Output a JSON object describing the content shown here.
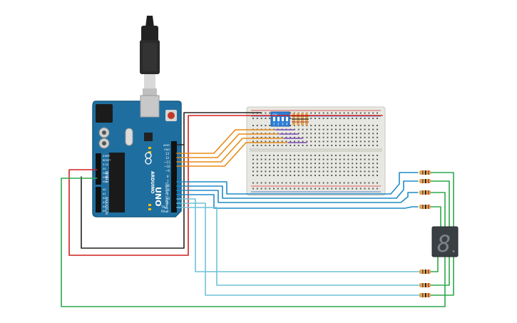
{
  "board": {
    "brand_text": "ARDUINO",
    "model_text": "UNO",
    "digital_header_label": "DIGITAL (PWM~)",
    "power_header_label": "POWER",
    "analog_header_label": "ANALOG IN",
    "aref_label": "AREF",
    "gnd_label": "GND",
    "pin_13": "13",
    "pin_12": "12",
    "pin_11": "~11",
    "pin_10": "~10",
    "pin_9": "~9",
    "pin_8": "8",
    "pin_7": "7",
    "pin_6": "~6",
    "pin_5": "~5",
    "pin_4": "4",
    "pin_3": "~3",
    "pin_2": "2",
    "pin_tx": "TX▸1",
    "pin_rx": "RX◂0",
    "power_pins": [
      "IOREF",
      "RESET",
      "3.3V",
      "5V",
      "GND",
      "GND",
      "Vin"
    ],
    "analog_pins": [
      "A0",
      "A1",
      "A2",
      "A3",
      "A4",
      "A5"
    ]
  },
  "dip_switch": {
    "on_label": "ON",
    "numbers": [
      "1",
      "2",
      "3",
      "4"
    ]
  },
  "seven_segment": {
    "digit": "8",
    "dp": "."
  },
  "colors": {
    "board": "#1f6ea0",
    "breadboard": "#e8e8e2",
    "wire_red": "#d21f1f",
    "wire_black": "#222222",
    "wire_orange": "#e88a14",
    "wire_purple": "#7b4ab8",
    "wire_blue": "#1f8bc7",
    "wire_lightblue": "#6fc2d8",
    "wire_green": "#2ea84a",
    "display": "#3a3f44"
  }
}
